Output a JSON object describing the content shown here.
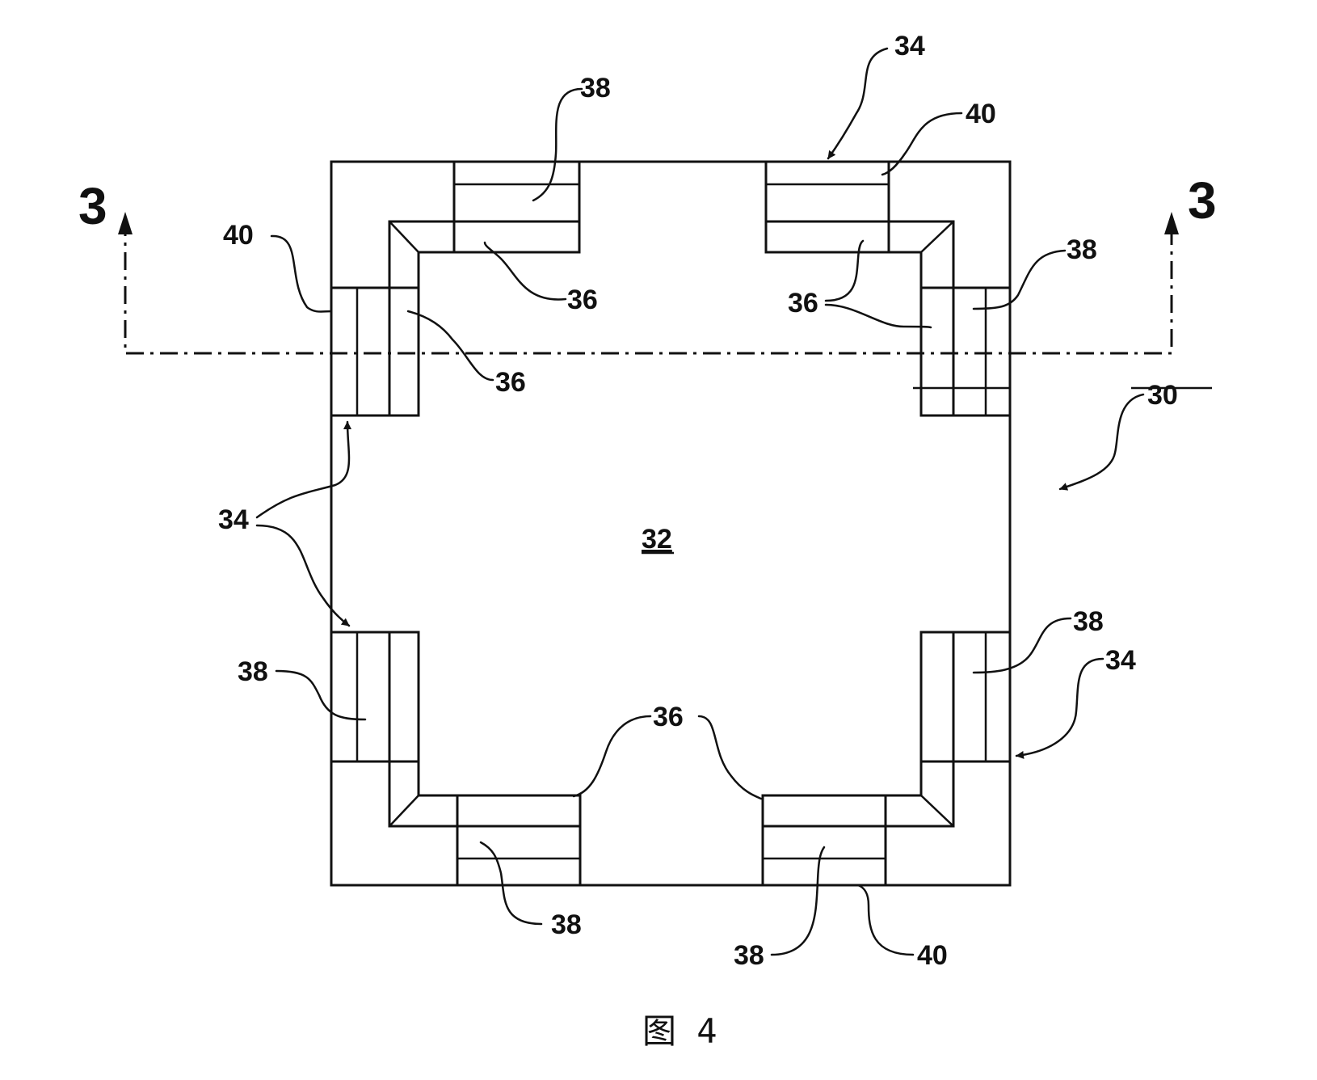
{
  "figure": {
    "caption": "图 4",
    "section_marks": {
      "left": "3",
      "right": "3"
    },
    "center_label": "32",
    "labels": {
      "l34_top": "34",
      "l38_top": "38",
      "l40_top": "40",
      "l40_left": "40",
      "l36_top_left": "36",
      "l36_left": "36",
      "l36_top_right": "36",
      "l38_right_upper": "38",
      "l30": "30",
      "l34_left": "34",
      "l38_left_lower": "38",
      "l38_right_lower": "38",
      "l34_right_lower": "34",
      "l36_bottom": "36",
      "l38_bottom_left": "38",
      "l38_bottom_right": "38",
      "l40_bottom": "40"
    }
  }
}
